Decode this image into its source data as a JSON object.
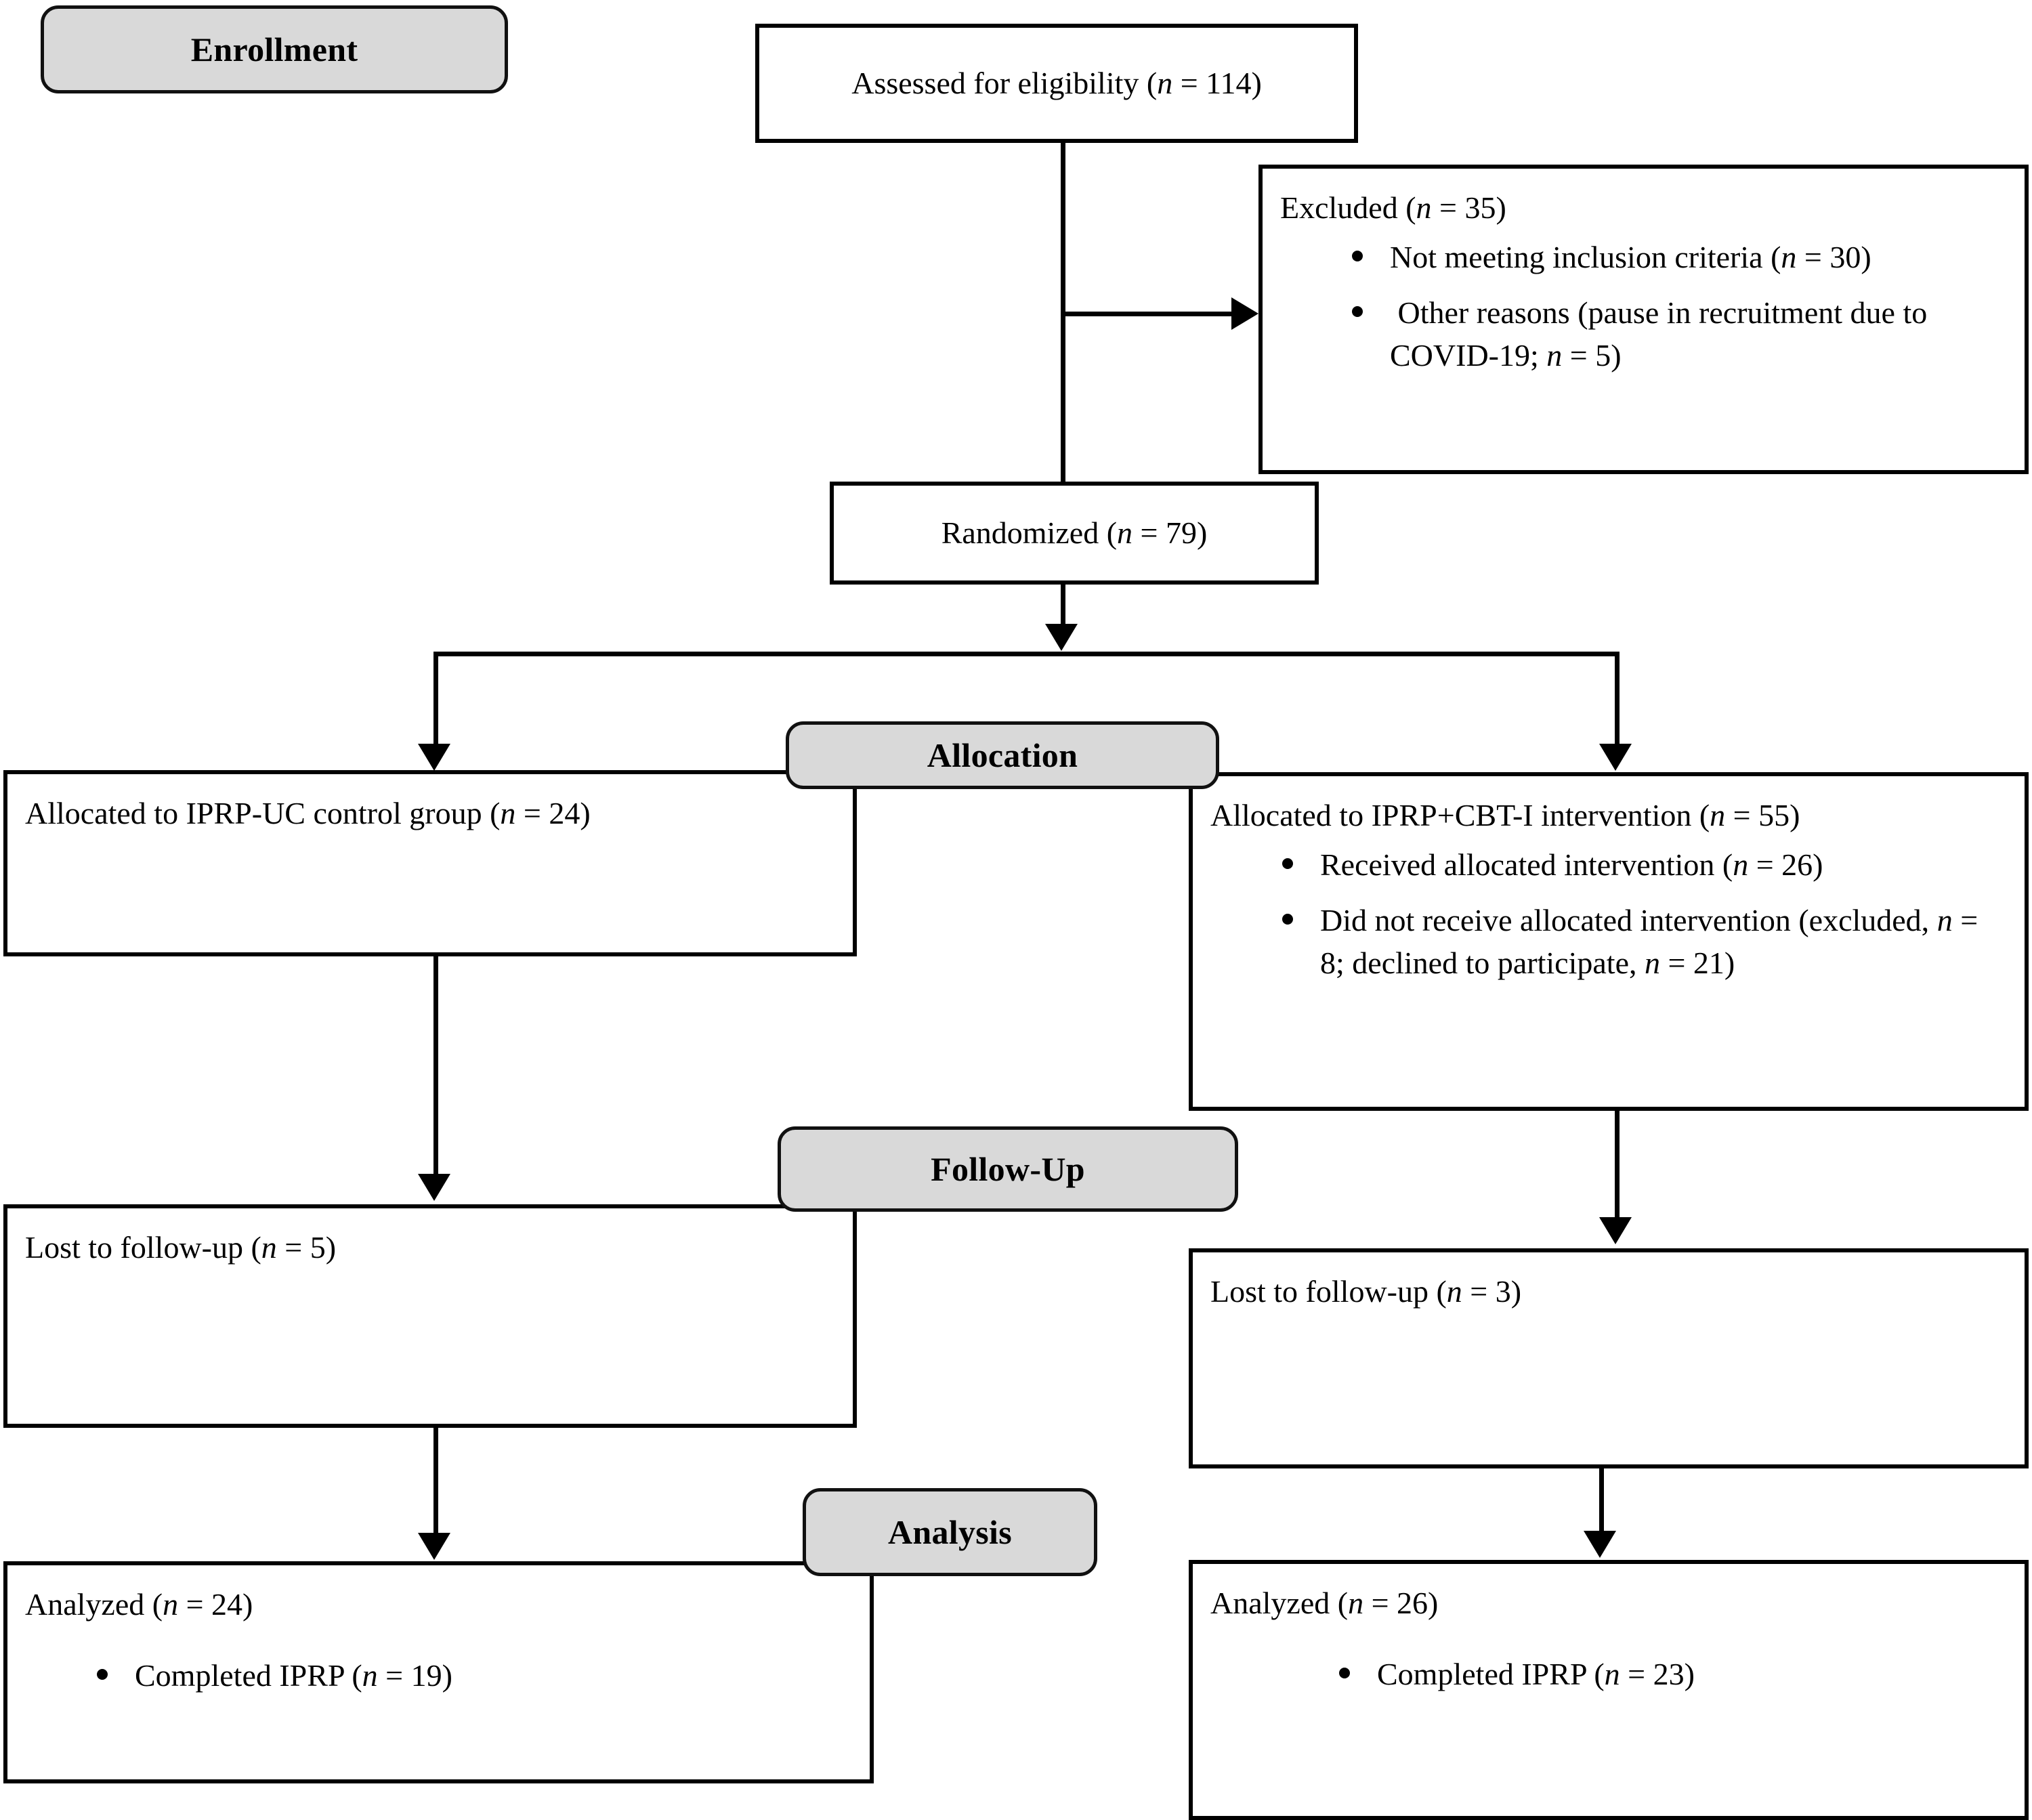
{
  "diagram": {
    "type": "CONSORT participant flow diagram",
    "stages": [
      {
        "id": "enrollment",
        "label": "Enrollment"
      },
      {
        "id": "allocation",
        "label": "Allocation"
      },
      {
        "id": "followup",
        "label": "Follow-Up"
      },
      {
        "id": "analysis",
        "label": "Analysis"
      }
    ],
    "nodes": {
      "assessed": {
        "text": "Assessed for eligibility (n = 114)",
        "n": 114
      },
      "excluded": {
        "header": "Excluded (n = 35)",
        "n": 35,
        "reasons": [
          "Not meeting inclusion criteria (n = 30)",
          " Other reasons (pause in recruitment due to COVID-19; n = 5)"
        ]
      },
      "randomized": {
        "text": "Randomized (n = 79)",
        "n": 79
      },
      "alloc_control": {
        "header": "Allocated to IPRP-UC control group (n = 24)",
        "n": 24,
        "items": []
      },
      "alloc_intervention": {
        "header": "Allocated to IPRP+CBT-I intervention (n = 55)",
        "n": 55,
        "items": [
          "Received allocated intervention (n = 26)",
          "Did not receive allocated intervention (excluded, n = 8; declined to participate, n = 21)"
        ]
      },
      "lost_control": {
        "text": "Lost to follow-up (n = 5)",
        "n": 5
      },
      "lost_intervention": {
        "text": "Lost to follow-up (n = 3)",
        "n": 3
      },
      "analyzed_control": {
        "header": "Analyzed (n = 24)",
        "n": 24,
        "items": [
          "Completed IPRP (n = 19)"
        ]
      },
      "analyzed_intervention": {
        "header": "Analyzed (n = 26)",
        "n": 26,
        "items": [
          "Completed IPRP (n = 23)"
        ]
      }
    },
    "colors": {
      "stage_fill": "#d9d9d9",
      "line": "#000000",
      "box_fill": "#ffffff"
    }
  }
}
